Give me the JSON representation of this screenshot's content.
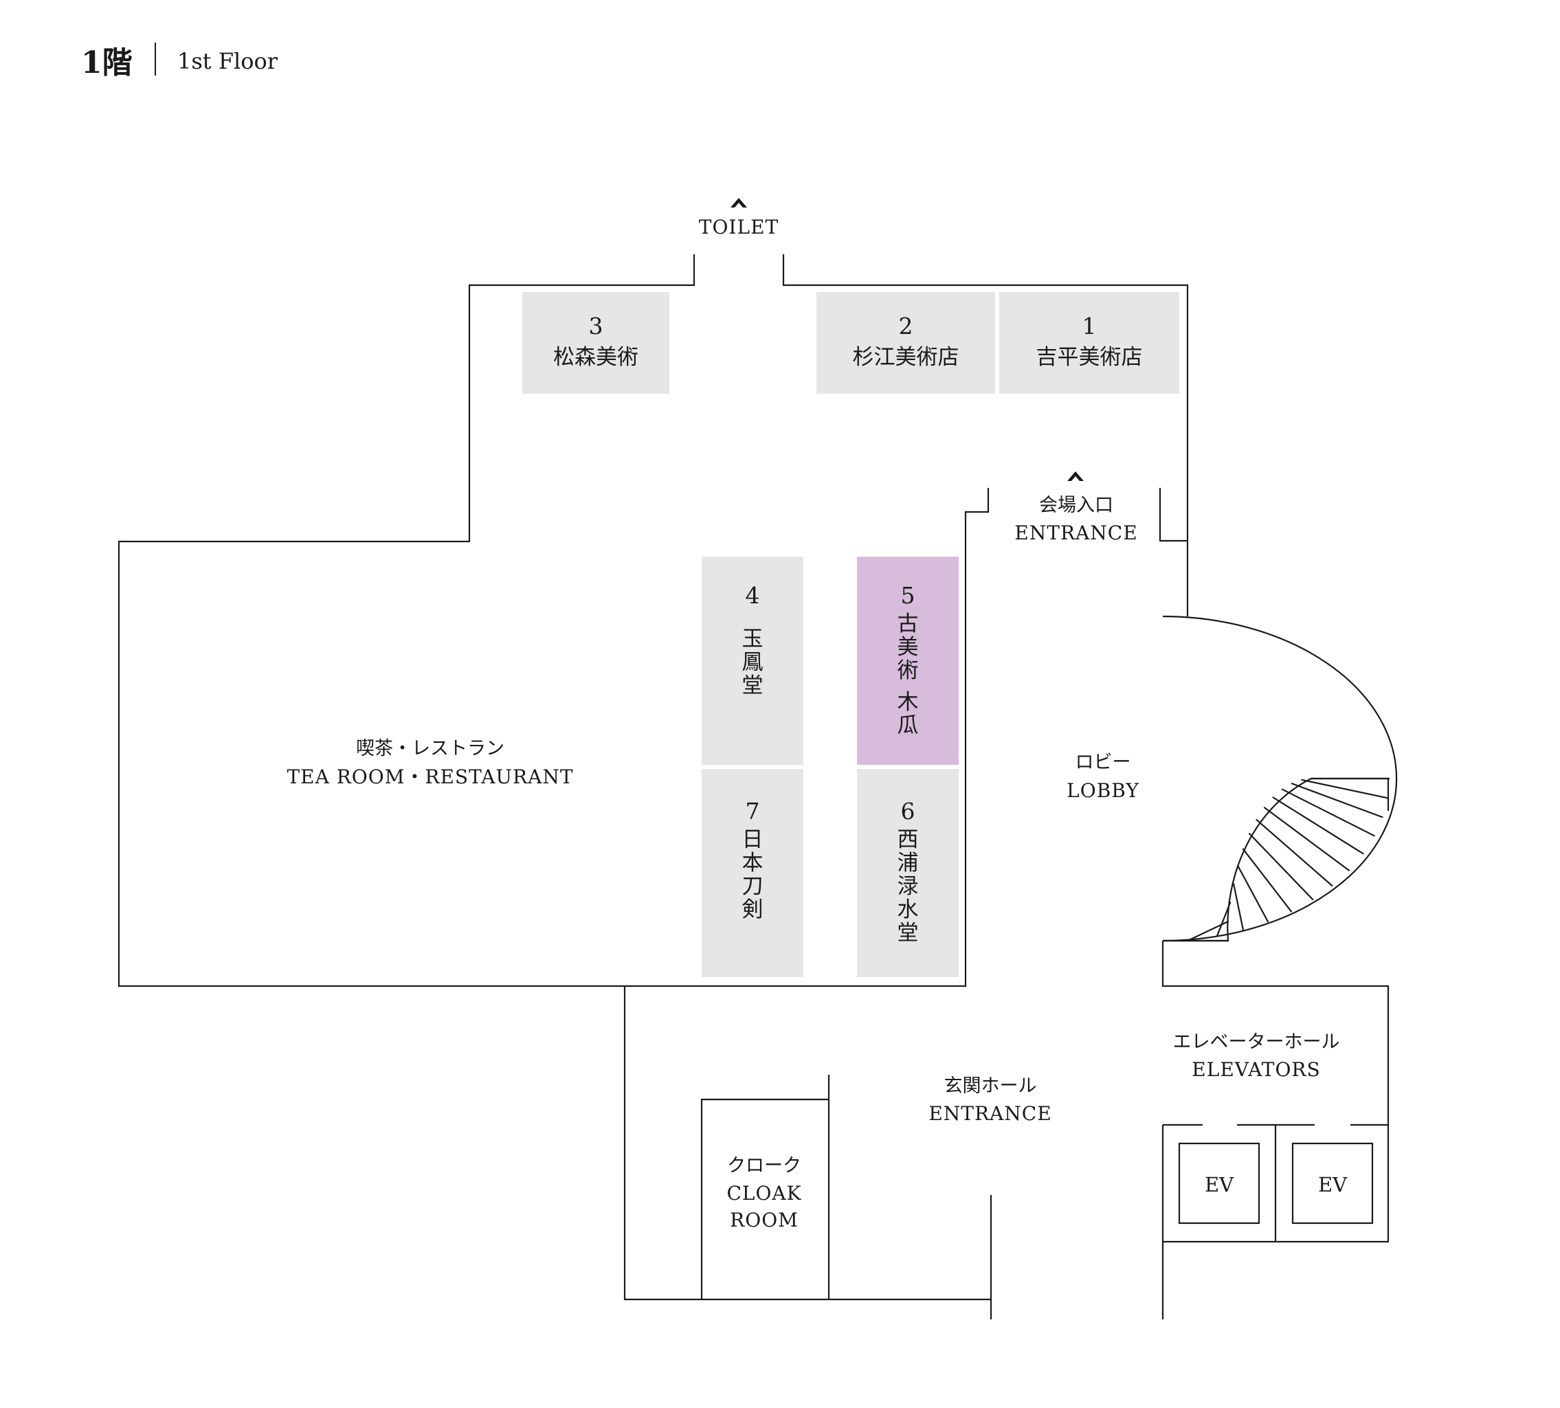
{
  "header": {
    "floor_jp": "1階",
    "floor_en": "1st Floor"
  },
  "booths": [
    {
      "number": "1",
      "name": "吉平美術店",
      "highlighted": false
    },
    {
      "number": "2",
      "name": "杉江美術店",
      "highlighted": false
    },
    {
      "number": "3",
      "name": "松森美術",
      "highlighted": false
    },
    {
      "number": "4",
      "name": "玉鳳堂",
      "highlighted": false
    },
    {
      "number": "5",
      "name": "古美術 木瓜",
      "highlighted": true
    },
    {
      "number": "6",
      "name": "西浦渌水堂",
      "highlighted": false
    },
    {
      "number": "7",
      "name": "日本刀剣",
      "highlighted": false
    }
  ],
  "areas": {
    "toilet": {
      "en": "TOILET"
    },
    "venue_entrance": {
      "jp": "会場入口",
      "en": "ENTRANCE"
    },
    "tea_room": {
      "jp": "喫茶・レストラン",
      "en": "TEA ROOM・RESTAURANT"
    },
    "lobby": {
      "jp": "ロビー",
      "en": "LOBBY"
    },
    "elevator_hall": {
      "jp": "エレベーターホール",
      "en": "ELEVATORS"
    },
    "entrance_hall": {
      "jp": "玄関ホール",
      "en": "ENTRANCE"
    },
    "cloak": {
      "jp": "クローク",
      "en1": "CLOAK",
      "en2": "ROOM"
    },
    "ev_left": "EV",
    "ev_right": "EV"
  },
  "colors": {
    "booth": "#e6e6e6",
    "highlight": "#d8bcdb",
    "wall": "#1a1a1a"
  },
  "icons": {
    "direction_arrow": "up-arrow-icon"
  }
}
